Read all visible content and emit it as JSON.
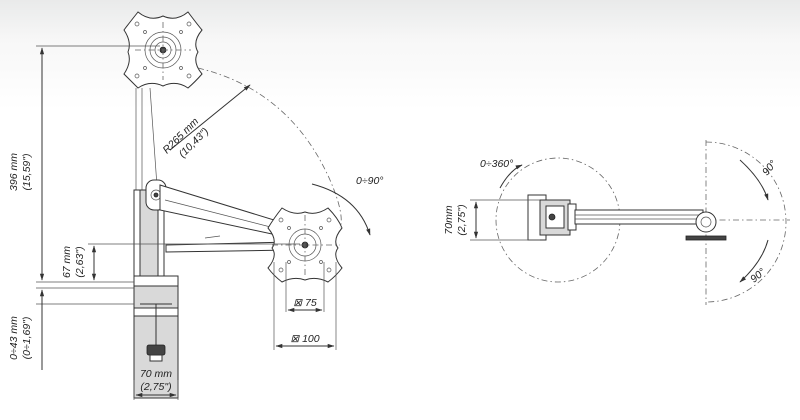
{
  "dimensions": {
    "height_mm": "396 mm",
    "height_in": "(15,59\")",
    "offset_mm": "67 mm",
    "offset_in": "(2,63\")",
    "clamp_mm": "0÷43 mm",
    "clamp_in": "(0÷1,69\")",
    "base_mm": "70 mm",
    "base_in": "(2,75\")",
    "radius_mm": "R265 mm",
    "radius_in": "(10,43\")",
    "tilt": "0÷90°",
    "vesa_small": "⊠ 75",
    "vesa_large": "⊠ 100",
    "rotation": "0÷360°",
    "top_mm": "70mm",
    "top_in": "(2,75\")",
    "swivel_upper": "90°",
    "swivel_lower": "90°"
  }
}
